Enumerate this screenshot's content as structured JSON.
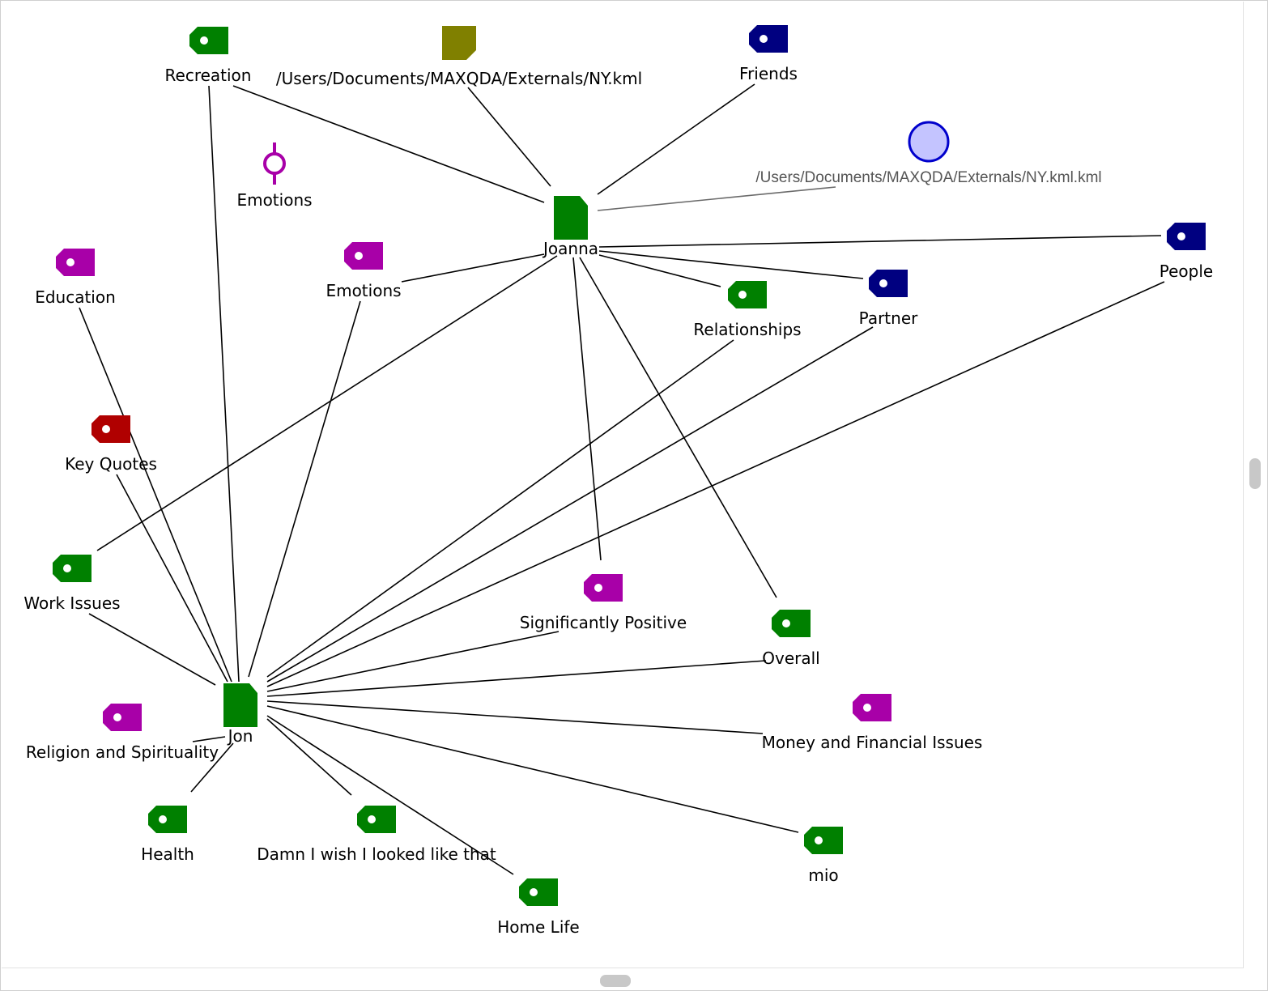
{
  "title": "MAXQDA Code Map",
  "colors": {
    "green": "#008000",
    "purple": "#a800a8",
    "navy": "#000080",
    "red": "#b00000",
    "olive": "#808000",
    "circle_fill": "#c4c4ff",
    "circle_stroke": "#0000cc"
  },
  "documents": {
    "joanna": {
      "label": "Joanna"
    },
    "jon": {
      "label": "Jon"
    }
  },
  "codes": {
    "recreation": {
      "label": "Recreation",
      "color": "green"
    },
    "friends": {
      "label": "Friends",
      "color": "navy"
    },
    "education": {
      "label": "Education",
      "color": "purple"
    },
    "emotions": {
      "label": "Emotions",
      "color": "purple"
    },
    "people": {
      "label": "People",
      "color": "navy"
    },
    "relationships": {
      "label": "Relationships",
      "color": "green"
    },
    "partner": {
      "label": "Partner",
      "color": "navy"
    },
    "key_quotes": {
      "label": "Key Quotes",
      "color": "red"
    },
    "work_issues": {
      "label": "Work Issues",
      "color": "green"
    },
    "significantly_positive": {
      "label": "Significantly Positive",
      "color": "purple"
    },
    "overall": {
      "label": "Overall",
      "color": "green"
    },
    "religion": {
      "label": "Religion and Spirituality",
      "color": "purple"
    },
    "money": {
      "label": "Money and Financial Issues",
      "color": "purple"
    },
    "health": {
      "label": "Health",
      "color": "green"
    },
    "damn": {
      "label": "Damn I wish I looked like that",
      "color": "green"
    },
    "mio": {
      "label": "mio",
      "color": "green"
    },
    "home_life": {
      "label": "Home Life",
      "color": "green"
    }
  },
  "externals": {
    "kml_doc": {
      "label": "/Users/Documents/MAXQDA/Externals/NY.kml"
    },
    "kml_geo": {
      "label": "/Users/Documents/MAXQDA/Externals/NY.kml.kml"
    }
  },
  "memo": {
    "label": "Emotions"
  },
  "links": [
    [
      "recreation",
      "joanna"
    ],
    [
      "kml_doc",
      "joanna"
    ],
    [
      "friends",
      "joanna"
    ],
    [
      "kml_geo",
      "joanna"
    ],
    [
      "people",
      "joanna"
    ],
    [
      "partner",
      "joanna"
    ],
    [
      "relationships",
      "joanna"
    ],
    [
      "emotions",
      "joanna"
    ],
    [
      "work_issues",
      "joanna"
    ],
    [
      "significantly_positive",
      "joanna"
    ],
    [
      "overall",
      "joanna"
    ],
    [
      "recreation",
      "jon"
    ],
    [
      "education",
      "jon"
    ],
    [
      "key_quotes",
      "jon"
    ],
    [
      "emotions",
      "jon"
    ],
    [
      "work_issues",
      "jon"
    ],
    [
      "relationships",
      "jon"
    ],
    [
      "partner",
      "jon"
    ],
    [
      "people",
      "jon"
    ],
    [
      "significantly_positive",
      "jon"
    ],
    [
      "overall",
      "jon"
    ],
    [
      "money",
      "jon"
    ],
    [
      "religion",
      "jon"
    ],
    [
      "health",
      "jon"
    ],
    [
      "damn",
      "jon"
    ],
    [
      "home_life",
      "jon"
    ],
    [
      "mio",
      "jon"
    ]
  ]
}
